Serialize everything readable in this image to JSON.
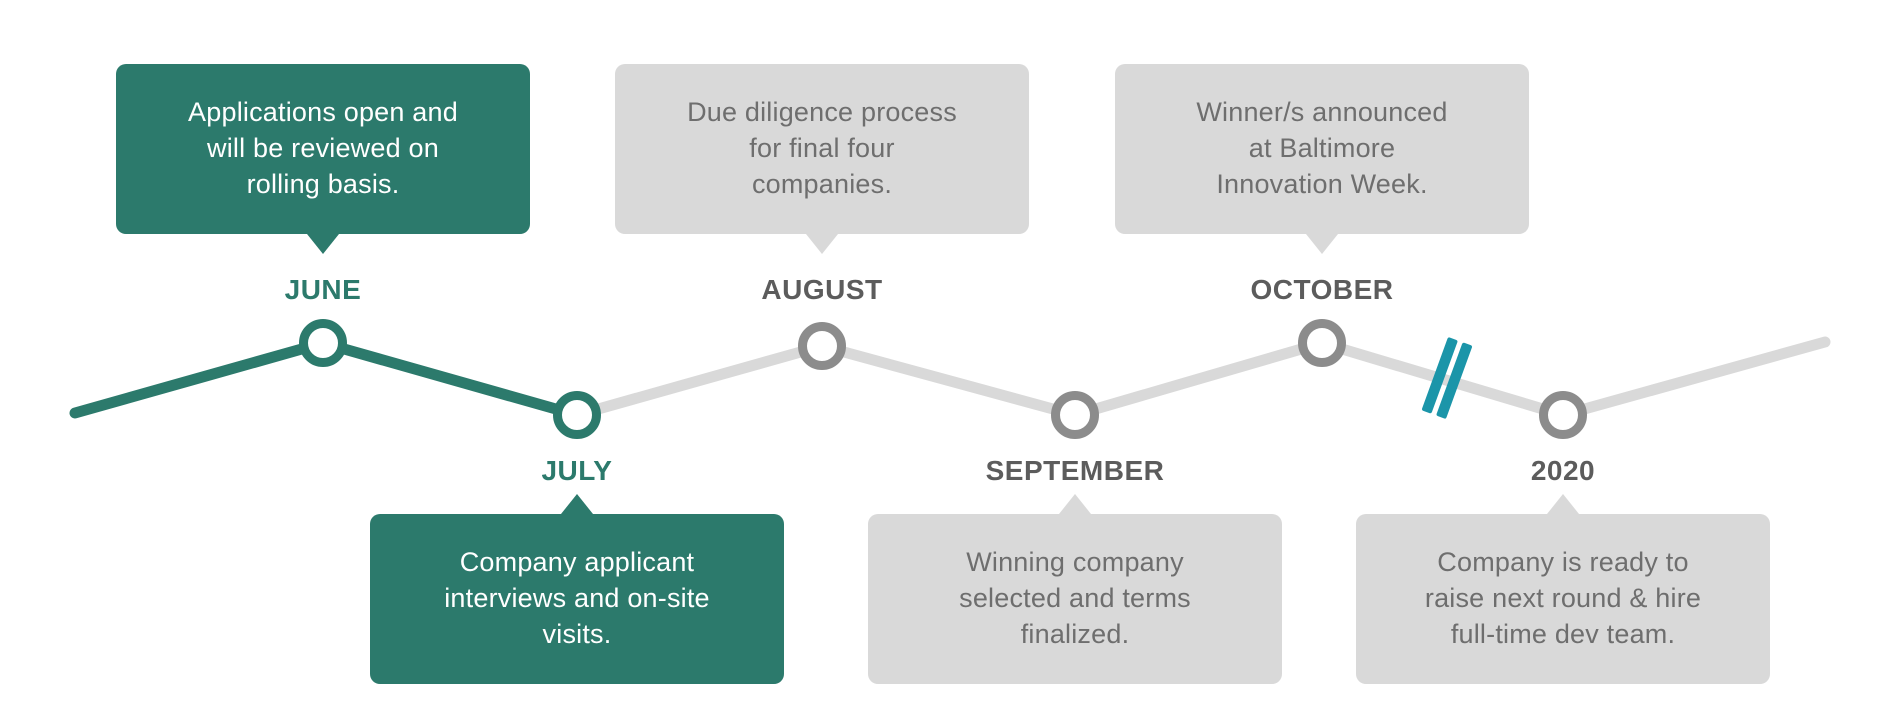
{
  "colors": {
    "teal": "#2c7a6c",
    "gray_light": "#d9d9d9",
    "gray_node": "#8c8c8c",
    "gray_text": "#6e6e6e",
    "gray_label": "#5c5c5c",
    "break_teal": "#1b95a9",
    "white": "#ffffff"
  },
  "timeline": {
    "type": "zigzag-timeline",
    "completed_color": "#2c7a6c",
    "upcoming_color": "#d9d9d9",
    "break_marker": "double-slash before 2020",
    "milestones": [
      {
        "id": "june",
        "label": "JUNE",
        "text": "Applications open and\nwill be reviewed on\nrolling basis.",
        "side": "top",
        "state": "highlighted"
      },
      {
        "id": "july",
        "label": "JULY",
        "text": "Company applicant\ninterviews and on-site\nvisits.",
        "side": "bottom",
        "state": "highlighted"
      },
      {
        "id": "august",
        "label": "AUGUST",
        "text": "Due diligence process\nfor final four\ncompanies.",
        "side": "top",
        "state": "upcoming"
      },
      {
        "id": "september",
        "label": "SEPTEMBER",
        "text": "Winning company\nselected and terms\nfinalized.",
        "side": "bottom",
        "state": "upcoming"
      },
      {
        "id": "october",
        "label": "OCTOBER",
        "text": "Winner/s announced\nat Baltimore\nInnovation Week.",
        "side": "top",
        "state": "upcoming"
      },
      {
        "id": "2020",
        "label": "2020",
        "text": "Company is ready to\nraise next round & hire\nfull-time dev team.",
        "side": "bottom",
        "state": "upcoming"
      }
    ]
  }
}
